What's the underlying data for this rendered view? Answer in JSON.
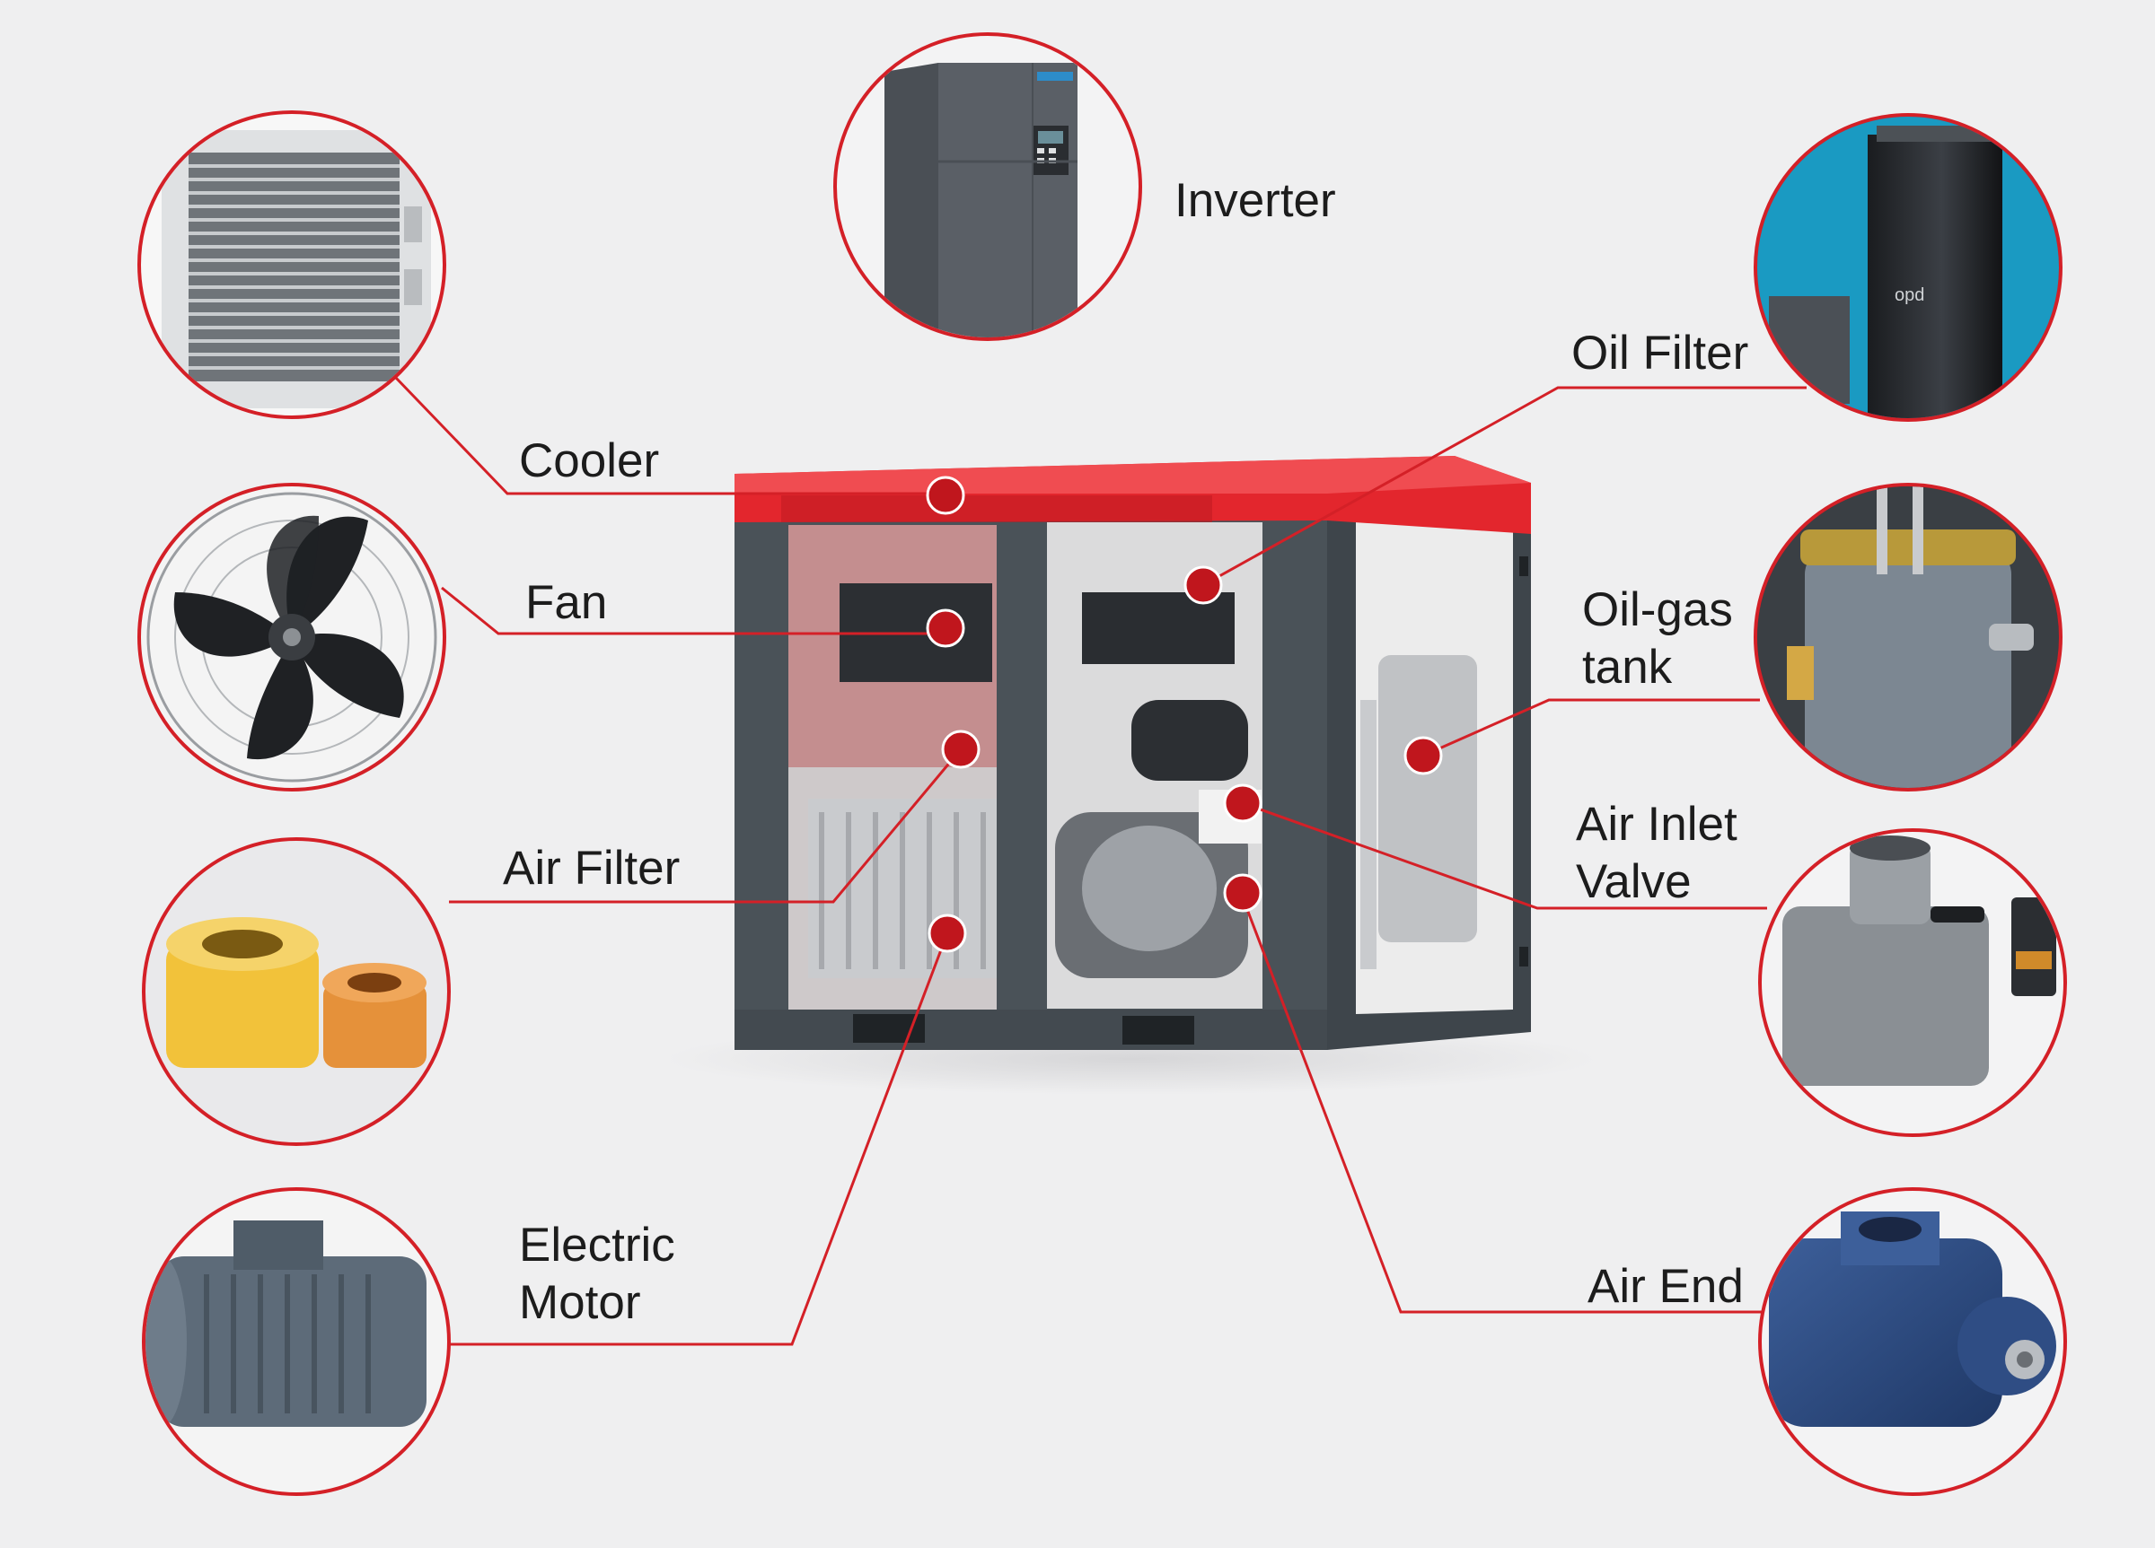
{
  "labels": {
    "inverter": "Inverter",
    "cooler": "Cooler",
    "fan": "Fan",
    "air_filter": "Air Filter",
    "electric_motor": {
      "line1": "Electric",
      "line2": "Motor"
    },
    "oil_filter": "Oil Filter",
    "oil_gas_tank": {
      "line1": "Oil-gas",
      "line2": "tank"
    },
    "air_inlet_valve": {
      "line1": "Air Inlet",
      "line2": "Valve"
    },
    "air_end": "Air End"
  },
  "colors": {
    "background": "#efeff0",
    "accent_red": "#d42027",
    "marker_red": "#c0161d",
    "cabinet_frame": "#4a5258",
    "label_text": "#1c1c1c"
  }
}
